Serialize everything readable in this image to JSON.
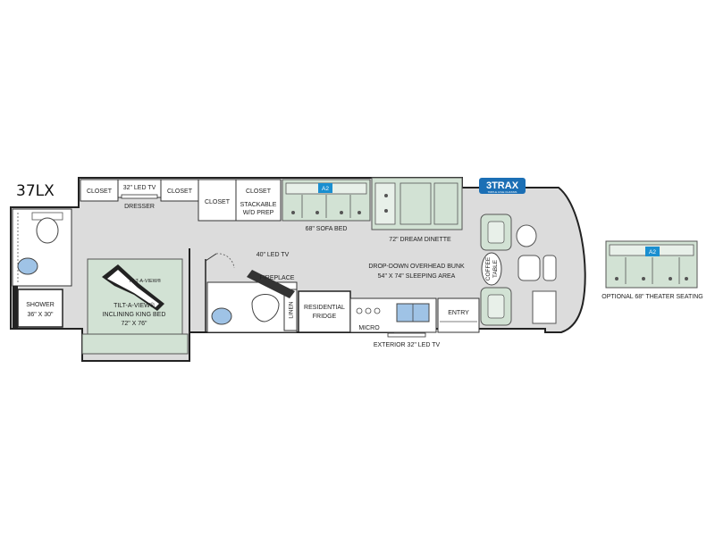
{
  "model_name": "37LX",
  "badge": {
    "brand": "3TRAX",
    "subtitle": "TRIPLE AXLE CHASSIS"
  },
  "labels": {
    "closet_1": "CLOSET",
    "led_tv_32": "32\" LED TV",
    "closet_2": "CLOSET",
    "dresser": "DRESSER",
    "closet_3": "CLOSET",
    "closet_4": "CLOSET",
    "stackable_1": "STACKABLE",
    "stackable_2": "W/D PREP",
    "a2_main": "A2",
    "sofa_bed": "68\" SOFA BED",
    "dinette": "72\" DREAM DINETTE",
    "bunk_1": "DROP-DOWN OVERHEAD BUNK",
    "bunk_2": "54\" X 74\" SLEEPING AREA",
    "coffee_1": "COFFEE",
    "coffee_2": "TABLE",
    "tilt_brand": "TILT-A-VIEW®",
    "bed_1": "TILT-A-VIEW®",
    "bed_2": "INCLINING KING BED",
    "bed_3": "72\" X 76\"",
    "fireplace_1": "40\" LED TV",
    "fireplace_2": "FIREPLACE",
    "linen": "LINEN",
    "fridge_1": "RESIDENTIAL",
    "fridge_2": "FRIDGE",
    "micro": "MICRO",
    "entry": "ENTRY",
    "exterior_tv": "EXTERIOR 32\" LED TV",
    "shower_1": "SHOWER",
    "shower_2": "36\" X 30\"",
    "a2_optional": "A2",
    "optional_seating": "OPTIONAL 68\" THEATER SEATING"
  },
  "colors": {
    "floor": "#dcdcdc",
    "furniture": "#d2e2d4",
    "furniture_stroke": "#555555",
    "wall": "#222222",
    "accent_blue": "#1a8fd0",
    "badge_blue": "#1b6fb5",
    "window_blue": "#9fc3e6"
  }
}
